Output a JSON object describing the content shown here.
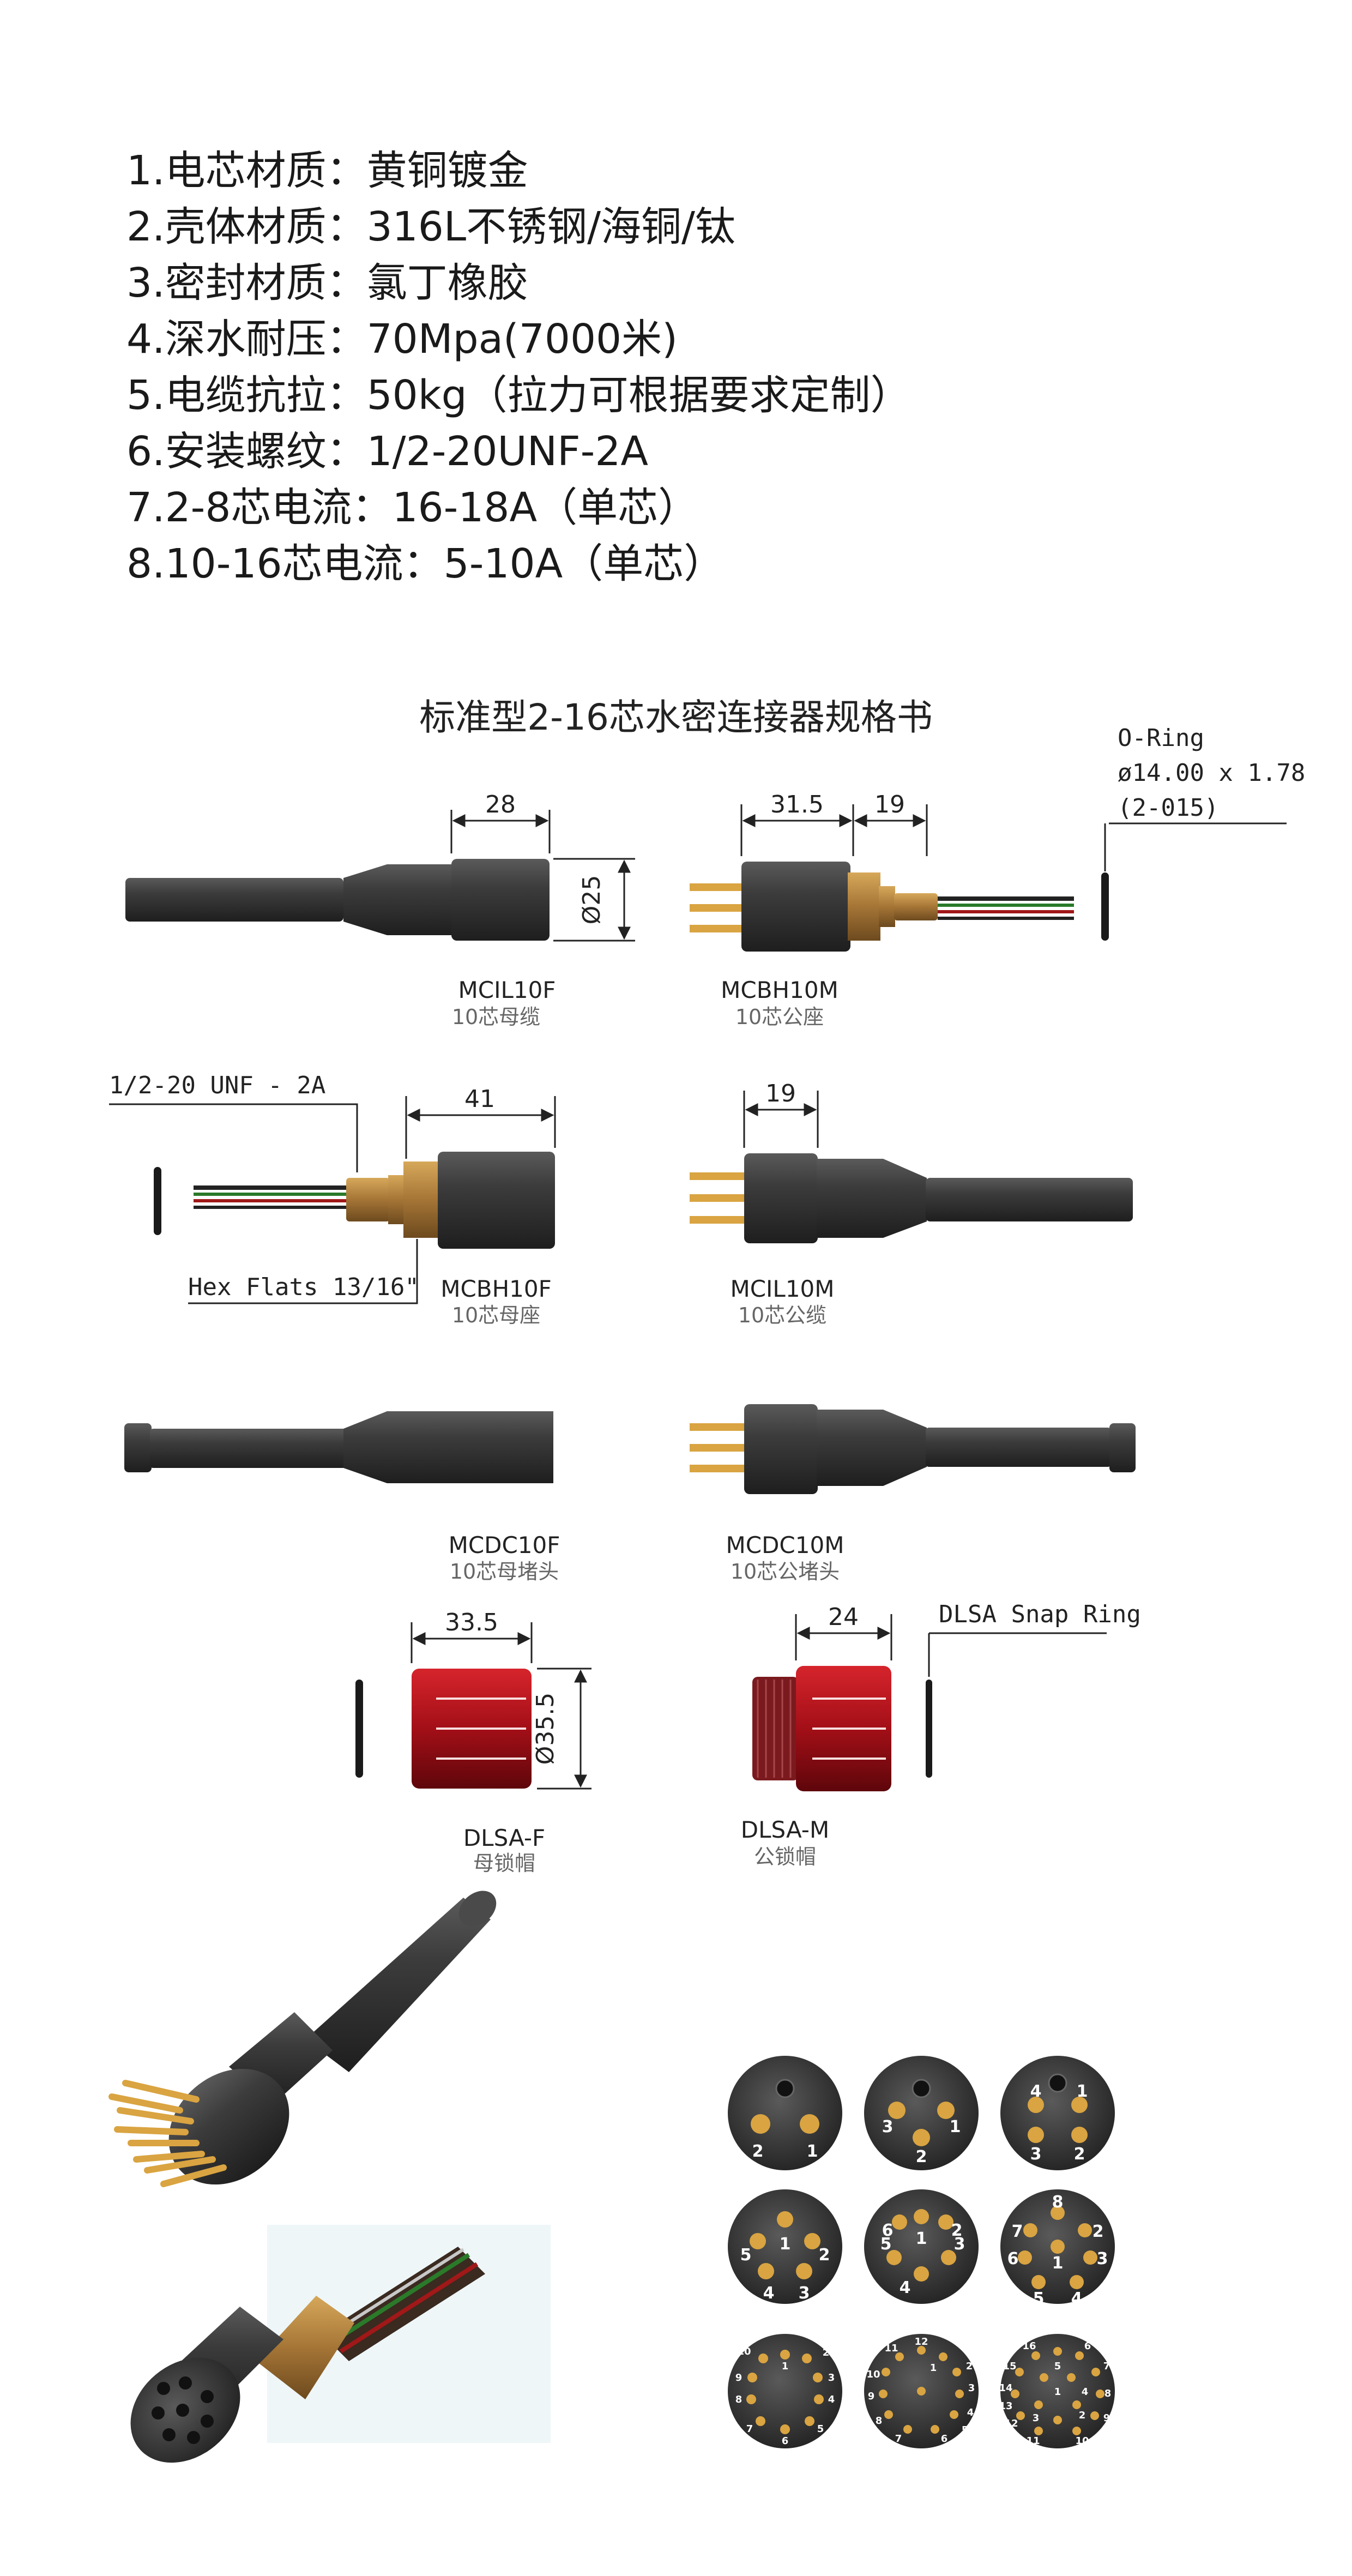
{
  "specs": [
    "1.电芯材质：黄铜镀金",
    "2.壳体材质：316L不锈钢/海铜/钛",
    "3.密封材质：氯丁橡胶",
    "4.深水耐压：70Mpa(7000米)",
    "5.电缆抗拉：50kg（拉力可根据要求定制）",
    "6.安装螺纹：1/2-20UNF-2A",
    "7.2-8芯电流：16-18A（单芯）",
    "8.10-16芯电流：5-10A（单芯）"
  ],
  "title": "标准型2-16芯水密连接器规格书",
  "parts": {
    "mcil10f": {
      "code": "MCIL10F",
      "desc": "10芯母缆",
      "dim_len": "28",
      "dim_dia": "Ø25"
    },
    "mcbh10m": {
      "code": "MCBH10M",
      "desc": "10芯公座",
      "dim_a": "31.5",
      "dim_b": "19"
    },
    "oring": {
      "line1": "O-Ring",
      "line2": "ø14.00 x 1.78",
      "line3": "(2-015)"
    },
    "mcbh10f": {
      "code": "MCBH10F",
      "desc": "10芯母座",
      "dim_len": "41",
      "thread": "1/2-20 UNF - 2A",
      "hex": "Hex Flats 13/16\""
    },
    "mcil10m": {
      "code": "MCIL10M",
      "desc": "10芯公缆",
      "dim_len": "19"
    },
    "mcdc10f": {
      "code": "MCDC10F",
      "desc": "10芯母堵头"
    },
    "mcdc10m": {
      "code": "MCDC10M",
      "desc": "10芯公堵头"
    },
    "dlsaf": {
      "code": "DLSA-F",
      "desc": "母锁帽",
      "dim_len": "33.5",
      "dim_dia": "Ø35.5"
    },
    "dlsam": {
      "code": "DLSA-M",
      "desc": "公锁帽",
      "dim_len": "24",
      "snap": "DLSA Snap Ring"
    }
  },
  "pinouts": {
    "p2": [
      "2",
      "1"
    ],
    "p3": [
      "3",
      "1",
      "2"
    ],
    "p4": [
      "4",
      "1",
      "3",
      "2"
    ],
    "p5": [
      "1",
      "5",
      "2",
      "4",
      "3"
    ],
    "p6": [
      "6",
      "1",
      "2",
      "5",
      "3",
      "4"
    ],
    "p8": [
      "8",
      "7",
      "2",
      "6",
      "1",
      "3",
      "5",
      "4"
    ],
    "p10": [
      "10",
      "1",
      "2",
      "9",
      "3",
      "8",
      "4",
      "7",
      "5",
      "6"
    ],
    "p12": [
      "12",
      "11",
      "1",
      "2",
      "10",
      "3",
      "9",
      "4",
      "8",
      "5",
      "7",
      "6"
    ],
    "p16": [
      "16",
      "6",
      "15",
      "5",
      "7",
      "14",
      "1",
      "4",
      "13",
      "3",
      "8",
      "12",
      "2",
      "9",
      "11",
      "10"
    ]
  },
  "colors": {
    "body": "#3a3a3a",
    "brass": "#a87a3a",
    "red": "#b3121a",
    "gold": "#d9a441"
  }
}
